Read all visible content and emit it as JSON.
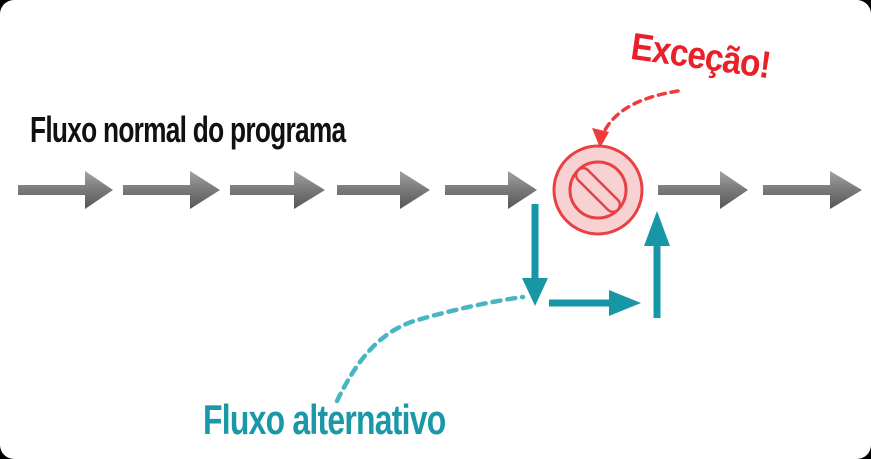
{
  "labels": {
    "normal_flow": "Fluxo normal do programa",
    "exception": "Exceção!",
    "alternative_flow": "Fluxo alternativo"
  },
  "colors": {
    "normal_text": "#111111",
    "exception_red": "#ea2028",
    "alternative_teal": "#1b98a7",
    "solid_teal": "#1797a6",
    "dashed_teal": "#4ab5c2",
    "dashed_red": "#ef3b3b",
    "arrow_gray": "#6e6e6e",
    "sign_fill": "#f8d2d2",
    "sign_stroke": "#e84043",
    "background": "#ffffff"
  },
  "diagram": {
    "type": "flow-diagram",
    "gray_arrows_before_sign": 5,
    "gray_arrows_after_sign": 2,
    "blocked_point": "no-entry-sign",
    "alternative_path": [
      "down",
      "right",
      "up"
    ]
  }
}
